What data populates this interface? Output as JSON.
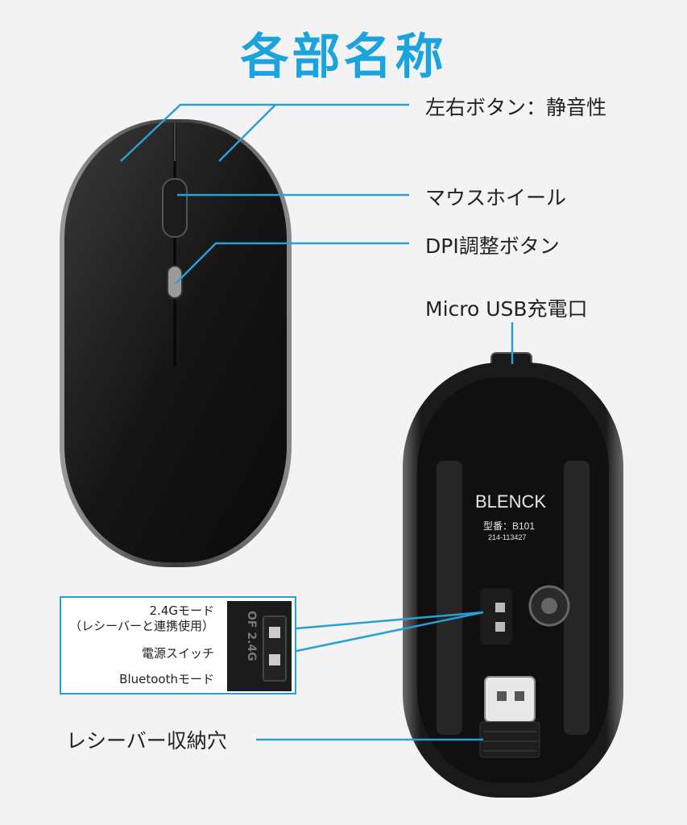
{
  "title": "各部名称",
  "labels": {
    "buttons": "左右ボタン：静音性",
    "wheel": "マウスホイール",
    "dpi": "DPI調整ボタン",
    "usb": "Micro USB充電口",
    "receiver": "レシーバー収納穴"
  },
  "switch_panel": {
    "mode_24g": "2.4Gモード",
    "mode_24g_note": "（レシーバーと連携使用）",
    "power": "電源スイッチ",
    "bluetooth": "Bluetoothモード",
    "switch_text": "OF 2.4G"
  },
  "mouse_bottom": {
    "brand": "BLENCK",
    "model": "型番：B101",
    "cert": "214-113427"
  },
  "colors": {
    "accent": "#1aa3dc",
    "leader": "#2a9fd6"
  }
}
